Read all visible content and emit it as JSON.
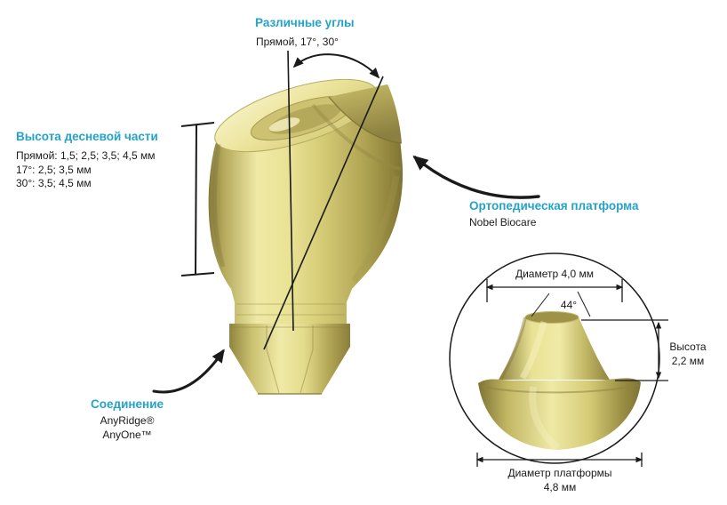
{
  "colors": {
    "accent": "#24a3c7",
    "ink": "#1a1a1a",
    "body_light": "#efe9a6",
    "body_mid": "#d6cc77",
    "body_dark": "#7f7334"
  },
  "annotations": {
    "angles": {
      "title": "Различные углы",
      "subtitle": "Прямой, 17°, 30°"
    },
    "gingival_height": {
      "title": "Высота десневой части",
      "lines": [
        "Прямой: 1,5; 2,5; 3,5; 4,5 мм",
        "17°: 2,5; 3,5 мм",
        "30°: 3,5; 4,5 мм"
      ]
    },
    "platform": {
      "title": "Ортопедическая платформа",
      "subtitle": "Nobel Biocare"
    },
    "connection": {
      "title": "Соединение",
      "lines": [
        "AnyRidge®",
        "AnyOne™"
      ]
    }
  },
  "detail_view": {
    "top_diameter": "Диаметр 4,0 мм",
    "cone_angle": "44°",
    "height_label": "Высота",
    "height_value": "2,2 мм",
    "platform_diameter_label": "Диаметр платформы",
    "platform_diameter_value": "4,8 мм"
  }
}
